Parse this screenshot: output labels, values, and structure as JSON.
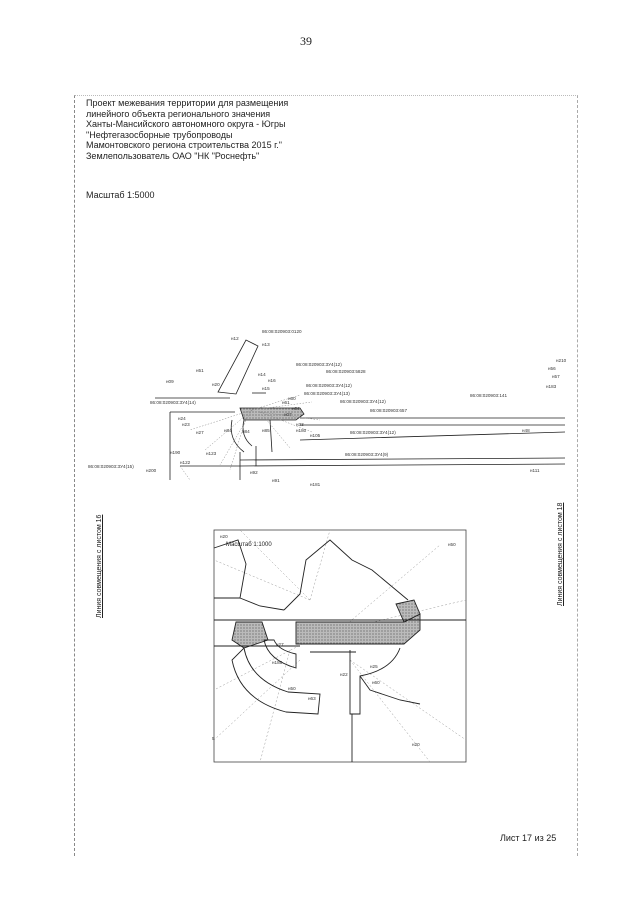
{
  "page": {
    "number": "39"
  },
  "header": {
    "lines": [
      "Проект межевания территории для размещения",
      "линейного объекта регионального значения",
      "Ханты-Мансийского автономного округа - Югры",
      "\"Нефтегазосборные трубопроводы",
      "Мамонтовского региона строительства 2015 г.\"",
      "Землепользователь ОАО \"НК \"Роснефть\""
    ],
    "scale": "Масштаб 1:5000"
  },
  "side_labels": {
    "left": "Линия совмещения с листом 16",
    "right": "Линия совмещения с листом 18"
  },
  "main_map": {
    "parcel_labels": [
      "86:08:020903:0120",
      "86:08:020903:ЗУ4(12)",
      "86:08:020903:5828",
      "86:08:020903:ЗУ4(12)",
      "86:08:020903:ЗУ4(13)",
      "86:08:020903:ЗУ4(12)",
      "86:08:020903:657",
      "86:08:020903:141",
      "86:08:020903:ЗУ4(14)",
      "86:08:020903:ЗУ4(12)",
      "86:08:020903:ЗУ4(9)",
      "86:08:020903:ЗУ4(15)"
    ],
    "point_labels": [
      "н12",
      "н13",
      "н51",
      "н20",
      "н14",
      "н16",
      "н15",
      "н09",
      "н60",
      "н24",
      "н23",
      "н27",
      "н190",
      "н123",
      "н84",
      "н122",
      "н61",
      "н64",
      "н07",
      "н33",
      "н105",
      "н180",
      "н85",
      "н84",
      "н92",
      "н91",
      "н181",
      "н200",
      "н48",
      "н111",
      "н56",
      "н57",
      "н183",
      "н210"
    ]
  },
  "inset_map": {
    "scale": "Масштаб 1:1000",
    "marks": [
      "н20",
      "н50",
      "н27",
      "н188",
      "н50",
      "н63",
      "н22",
      "н25",
      "н60",
      "н20",
      "5"
    ]
  },
  "footer": {
    "sheet": "Лист 17 из 25"
  }
}
